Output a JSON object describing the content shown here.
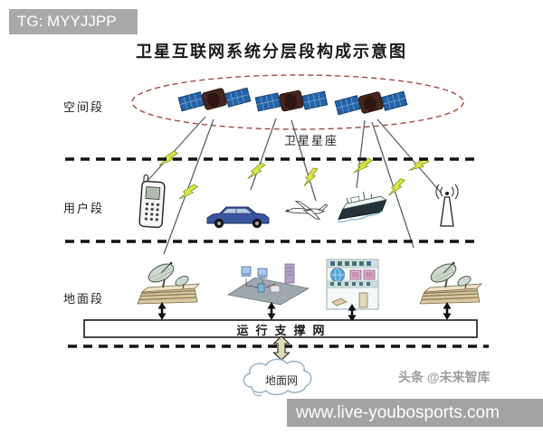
{
  "watermarks": {
    "tg_badge": "TG: MYYJJPP",
    "toutiao": "头条 @未来智库",
    "footer_url": "www.live-youbosports.com"
  },
  "diagram": {
    "title": "卫星互联网系统分层段构成示意图",
    "segments": [
      {
        "id": "space",
        "label": "空间段"
      },
      {
        "id": "user",
        "label": "用户段"
      },
      {
        "id": "ground",
        "label": "地面段"
      }
    ],
    "labels": {
      "constellation": "卫星星座",
      "support_network": "运行支撑网",
      "ground_network": "地面网"
    },
    "icons": [
      "satellite-icon",
      "satellite-icon",
      "satellite-icon",
      "mobile-phone-icon",
      "car-icon",
      "airplane-icon",
      "ship-icon",
      "antenna-tower-icon",
      "ground-station-icon",
      "network-platform-icon",
      "control-center-icon",
      "ground-station-icon",
      "lightning-bolt-icon",
      "updown-arrow-icon",
      "block-arrow-icon",
      "cloud-icon"
    ],
    "colors": {
      "badge_bg": "#a9a9a9",
      "footer_bg": "#a3a3a3",
      "ellipse_stroke": "#a34a4a",
      "divider": "#111111",
      "signal_line": "#55666b",
      "lightning": "#d9e642",
      "solar_panel": "#2563a8",
      "building_tan": "#d8c9a0",
      "cloud_stroke": "#9ab4c4"
    }
  }
}
